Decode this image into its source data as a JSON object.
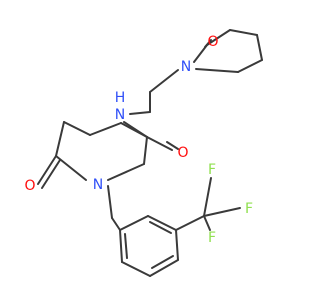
{
  "molecule": {
    "atoms": {
      "o_lactam": "O",
      "n_piperidine": "N",
      "o_amide": "O",
      "n_amide": "N",
      "h_amide": "H",
      "n_pyrrolidinone": "N",
      "o_pyrrolidinone": "O",
      "f_top": "F",
      "f_right": "F",
      "f_bottom": "F"
    },
    "colors": {
      "bond": "#3a3a3a",
      "oxygen": "#ff0d0d",
      "nitrogen": "#3050f8",
      "fluorine": "#90e050"
    }
  }
}
